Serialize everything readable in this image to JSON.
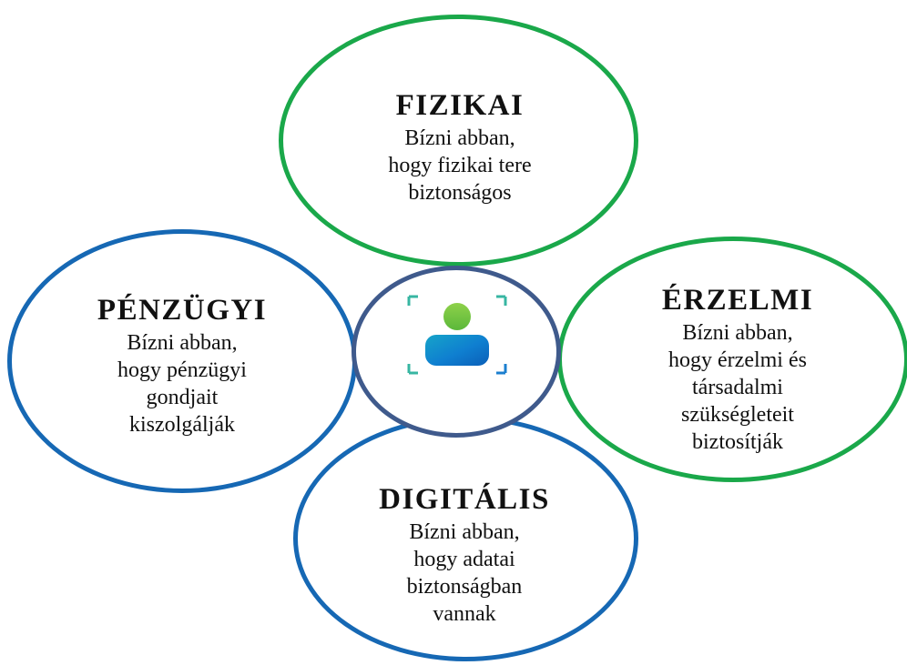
{
  "colors": {
    "green_ring": "#1aa84a",
    "blue_ring": "#1668b4",
    "center_ring": "#3f5a8c"
  },
  "center": {
    "icon": "person-icon"
  },
  "nodes": {
    "fizikai": {
      "title": "FIZIKAI",
      "description": "Bízni abban,\nhogy fizikai tere\nbiztonságos",
      "ring_color": "green"
    },
    "penzugyi": {
      "title": "PÉNZÜGYI",
      "description": "Bízni abban,\nhogy pénzügyi\ngondjait\nkiszolgálják",
      "ring_color": "blue"
    },
    "erzelmi": {
      "title": "ÉRZELMI",
      "description": "Bízni abban,\nhogy érzelmi és\ntársadalmi\nszükségleteit\nbiztosítják",
      "ring_color": "green"
    },
    "digitalis": {
      "title": "DIGITÁLIS",
      "description": "Bízni abban,\nhogy adatai\nbiztonságban\nvannak",
      "ring_color": "blue"
    }
  }
}
